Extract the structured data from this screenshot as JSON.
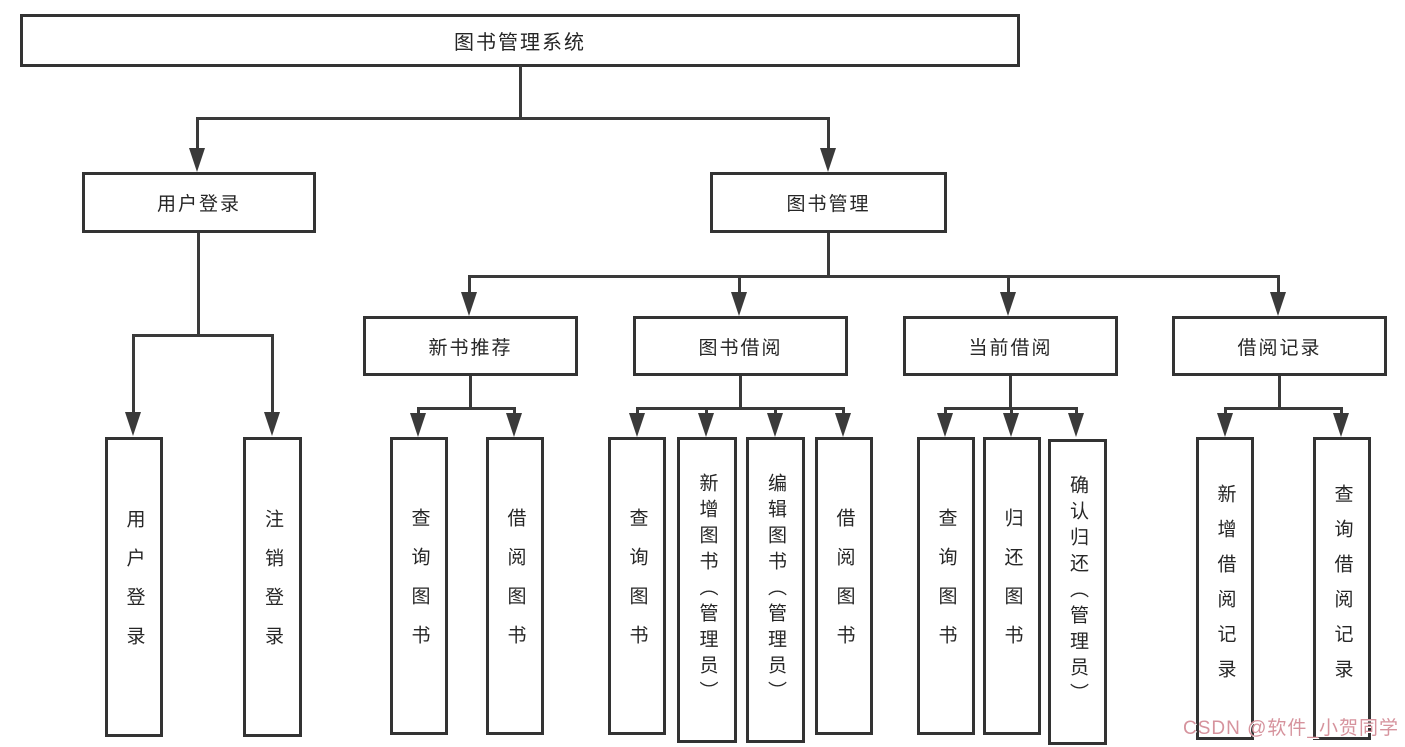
{
  "root": {
    "label": "图书管理系统"
  },
  "level1": {
    "user_login": {
      "label": "用户登录"
    },
    "book_mgmt": {
      "label": "图书管理"
    }
  },
  "level2": {
    "new_book": {
      "label": "新书推荐"
    },
    "borrow": {
      "label": "图书借阅"
    },
    "current": {
      "label": "当前借阅"
    },
    "record": {
      "label": "借阅记录"
    }
  },
  "leaves": {
    "user_login": {
      "label": "用户登录"
    },
    "logout": {
      "label": "注销登录"
    },
    "nb_query": {
      "label": "查询图书"
    },
    "nb_borrow": {
      "label": "借阅图书"
    },
    "bw_query": {
      "label": "查询图书"
    },
    "bw_add": {
      "label": "新增图书（管理员）"
    },
    "bw_edit": {
      "label": "编辑图书（管理员）"
    },
    "bw_borrow": {
      "label": "借阅图书"
    },
    "cur_query": {
      "label": "查询图书"
    },
    "cur_return": {
      "label": "归还图书"
    },
    "cur_confirm": {
      "label": "确认归还（管理员）"
    },
    "rec_add": {
      "label": "新增借阅记录"
    },
    "rec_query": {
      "label": "查询借阅记录"
    }
  },
  "watermark": {
    "text": "CSDN @软件_小贺同学",
    "color": "#d6939d"
  },
  "colors": {
    "line": "#3a3a3a",
    "border": "#333333",
    "text": "#262626"
  }
}
